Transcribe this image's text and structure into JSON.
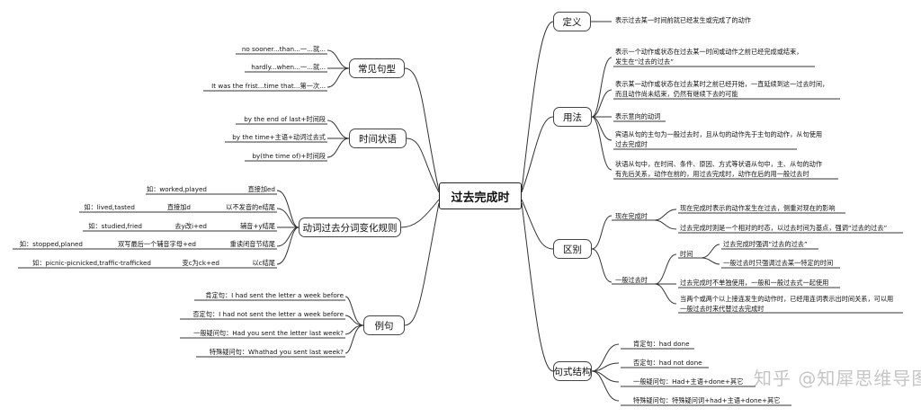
{
  "center": "过去完成时",
  "left": {
    "common": {
      "label": "常见句型",
      "items": [
        "no sooner...than...一...就...",
        "hardly...when...一...就...",
        "It was the frist...time that...第一次..."
      ]
    },
    "time": {
      "label": "时间状语",
      "items": [
        "by the end of last+时间段",
        "by the time+主语+动词过去式",
        "by(the time of)+时间段"
      ]
    },
    "rules": {
      "label": "动词过去分词变化规则",
      "rows": [
        {
          "example": "如：worked,played",
          "method": "",
          "rule": "直接加ed"
        },
        {
          "example": "如：lived,tasted",
          "method": "直接加d",
          "rule": "以不发音的e结尾"
        },
        {
          "example": "如：studied,fried",
          "method": "去y改i+ed",
          "rule": "辅音+y结尾"
        },
        {
          "example": "如：stopped,planed",
          "method": "双写最后一个辅音字母+ed",
          "rule": "重读闭音节结尾"
        },
        {
          "example": "如：picnic-picnicked,traffic-trafficked",
          "method": "变c为ck+ed",
          "rule": "以c结尾"
        }
      ]
    },
    "examples": {
      "label": "例句",
      "items": [
        "肯定句：I had sent the letter a week before",
        "否定句：I had not sent the letter a week before",
        "一般疑问句：Had you sent the letter last week?",
        "特殊疑问句：Whathad you sent last week?"
      ]
    }
  },
  "right": {
    "definition": {
      "label": "定义",
      "text": "表示过去某一时间前就已经发生或完成了的动作"
    },
    "usage": {
      "label": "用法",
      "items": [
        [
          "表示一个动作或状态在过去某一时间或动作之前已经完成或结束，",
          "发生在“过去的过去”"
        ],
        [
          "表示某一动作或状态在过去某时之前已经开始，一直延续到这一过去时间，",
          "而且动作尚未结束，仍然有继续下去的可能"
        ],
        [
          "表示意向的动词"
        ],
        [
          "宾语从句的主句为一般过去时，且从句的动作先于主句的动作，从句使用",
          "过去完成时"
        ],
        [
          "状语从句中，在时间、条件、原因、方式等状语从句中，主、从句的动作",
          "有先后关系，动作在前的，用过去完成时，动作在后的用一般过去时"
        ]
      ]
    },
    "diff": {
      "label": "区别",
      "present_label": "现在完成时",
      "present_items": [
        "现在完成时表示的动作发生在过去，侧重对现在的影响",
        "过去完成时则是一个相对的时态，以过去时间为基点，强调“过去的过去”"
      ],
      "past_label": "一般过去时",
      "time_label": "时间",
      "time_items": [
        "过去完成时强调“过去的过去”",
        "一般过去时只强调过去某一特定的时间"
      ],
      "past_items": [
        "过去完成时不单独使用，一般和一般过去式一起使用",
        [
          "当两个或两个以上接连发生的动作时，已经用连词表示出时间关系，可以用",
          "一般过去时来代替过去完成时"
        ]
      ]
    },
    "structure": {
      "label": "句式结构",
      "items": [
        "肯定句：had done",
        "否定句：had not done",
        "一般疑问句：Had+主语+done+其它",
        "特殊疑问句：特殊疑问词+had+主语+done+其它"
      ]
    }
  },
  "watermark": "知乎 @知犀思维导图",
  "colors": {
    "line": "#333333",
    "box_border": "#444444",
    "watermark": "#bbbbbb"
  }
}
